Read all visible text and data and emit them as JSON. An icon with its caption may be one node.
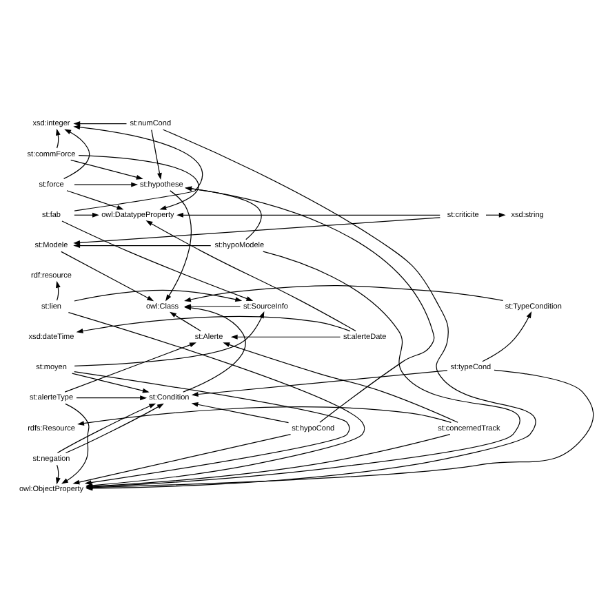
{
  "diagram": {
    "nodes": [
      {
        "text": [
          "xsd:integer"
        ]
      },
      {
        "text": [
          "st:numCond"
        ]
      },
      {
        "text": [
          "st:commForce"
        ]
      },
      {
        "text": [
          "st:force"
        ]
      },
      {
        "text": [
          "st:hypothese"
        ]
      },
      {
        "text": [
          "st:fab"
        ]
      },
      {
        "text": [
          "owl:DatatypeProperty"
        ]
      },
      {
        "text": [
          "st:criticite"
        ]
      },
      {
        "text": [
          "xsd:string"
        ]
      },
      {
        "text": [
          "st:Modele"
        ]
      },
      {
        "text": [
          "st:hypoModele"
        ]
      },
      {
        "text": [
          "rdf:resource"
        ]
      },
      {
        "text": [
          "st:lien"
        ]
      },
      {
        "text": [
          "st:SourceInfo"
        ]
      },
      {
        "text": [
          "owl:Class"
        ]
      },
      {
        "text": [
          "st:TypeCondition"
        ]
      },
      {
        "text": [
          "xsd:dateTime"
        ]
      },
      {
        "text": [
          "st:alerteDate"
        ]
      },
      {
        "text": [
          "st:Alerte"
        ]
      },
      {
        "text": [
          "st:moyen"
        ]
      },
      {
        "text": [
          "st:typeCond"
        ]
      },
      {
        "text": [
          "st:alerteType"
        ]
      },
      {
        "text": [
          "st:Condition"
        ]
      },
      {
        "text": [
          "rdfs:Resource"
        ]
      },
      {
        "text": [
          "st:concernedTrack"
        ]
      },
      {
        "text": [
          "st:negation"
        ]
      },
      {
        "text": [
          "st:hypoCond"
        ]
      },
      {
        "text": [
          "owl:ObjectProperty"
        ]
      }
    ],
    "edges": [
      {
        "from": 1,
        "to": 0,
        "arrow": "to"
      },
      {
        "from": 1,
        "to": 4,
        "arrow": "to"
      },
      {
        "from": 1,
        "to": 27,
        "arrow": "to"
      },
      {
        "from": 2,
        "to": 0,
        "arrow": "to"
      },
      {
        "from": 2,
        "to": 6,
        "arrow": "to"
      },
      {
        "from": 2,
        "to": 4,
        "arrow": "to"
      },
      {
        "from": 3,
        "to": 0,
        "arrow": "to"
      },
      {
        "from": 3,
        "to": 6,
        "arrow": "to"
      },
      {
        "from": 3,
        "to": 4,
        "arrow": "to"
      },
      {
        "from": 5,
        "to": 0,
        "arrow": "to"
      },
      {
        "from": 5,
        "to": 6,
        "arrow": "to"
      },
      {
        "from": 5,
        "to": 13,
        "arrow": "to"
      },
      {
        "from": 4,
        "to": 14,
        "arrow": "to"
      },
      {
        "from": 7,
        "to": 6,
        "arrow": "to"
      },
      {
        "from": 7,
        "to": 8,
        "arrow": "to"
      },
      {
        "from": 7,
        "to": 9,
        "arrow": "to"
      },
      {
        "from": 17,
        "to": 6,
        "arrow": "to"
      },
      {
        "from": 17,
        "to": 16,
        "arrow": "to"
      },
      {
        "from": 17,
        "to": 18,
        "arrow": "to"
      },
      {
        "from": 10,
        "to": 9,
        "arrow": "to"
      },
      {
        "from": 10,
        "to": 4,
        "arrow": "to"
      },
      {
        "from": 10,
        "to": 27,
        "arrow": "to"
      },
      {
        "from": 9,
        "to": 14,
        "arrow": "to"
      },
      {
        "from": 26,
        "to": 4,
        "arrow": "to"
      },
      {
        "from": 26,
        "to": 22,
        "arrow": "to"
      },
      {
        "from": 26,
        "to": 27,
        "arrow": "to"
      },
      {
        "from": 15,
        "to": 14,
        "arrow": "to"
      },
      {
        "from": 20,
        "to": 15,
        "arrow": "to"
      },
      {
        "from": 20,
        "to": 22,
        "arrow": "to"
      },
      {
        "from": 20,
        "to": 27,
        "arrow": "to"
      },
      {
        "from": 22,
        "to": 14,
        "arrow": "to"
      },
      {
        "from": 18,
        "to": 14,
        "arrow": "to"
      },
      {
        "from": 13,
        "to": 14,
        "arrow": "to"
      },
      {
        "from": 19,
        "to": 22,
        "arrow": "to"
      },
      {
        "from": 19,
        "to": 13,
        "arrow": "to"
      },
      {
        "from": 19,
        "to": 27,
        "arrow": "to"
      },
      {
        "from": 21,
        "to": 18,
        "arrow": "to"
      },
      {
        "from": 21,
        "to": 22,
        "arrow": "to"
      },
      {
        "from": 21,
        "to": 27,
        "arrow": "to"
      },
      {
        "from": 24,
        "to": 18,
        "arrow": "to"
      },
      {
        "from": 24,
        "to": 23,
        "arrow": "to"
      },
      {
        "from": 24,
        "to": 27,
        "arrow": "to"
      },
      {
        "from": 25,
        "to": 22,
        "arrow": "to"
      },
      {
        "from": 25,
        "to": 22,
        "arrow": "to"
      },
      {
        "from": 25,
        "to": 27,
        "arrow": "to"
      },
      {
        "from": 12,
        "to": 11,
        "arrow": "to"
      },
      {
        "from": 12,
        "to": 13,
        "arrow": "to"
      },
      {
        "from": 12,
        "to": 27,
        "arrow": "to"
      }
    ]
  }
}
